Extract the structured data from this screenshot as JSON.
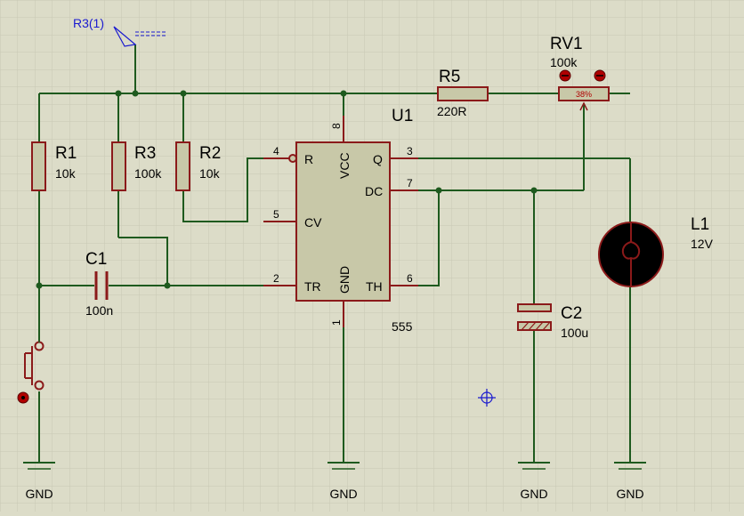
{
  "probe": {
    "label": "R3(1)"
  },
  "components": {
    "r1": {
      "ref": "R1",
      "value": "10k"
    },
    "r3": {
      "ref": "R3",
      "value": "100k"
    },
    "r2": {
      "ref": "R2",
      "value": "10k"
    },
    "r5": {
      "ref": "R5",
      "value": "220R"
    },
    "rv1": {
      "ref": "RV1",
      "value": "100k",
      "position": "38%"
    },
    "c1": {
      "ref": "C1",
      "value": "100n"
    },
    "c2": {
      "ref": "C2",
      "value": "100u"
    },
    "u1": {
      "ref": "U1",
      "part": "555",
      "pins": {
        "r": "R",
        "vcc": "VCC",
        "q": "Q",
        "dc": "DC",
        "cv": "CV",
        "tr": "TR",
        "gnd": "GND",
        "th": "TH"
      },
      "pin_numbers": {
        "p8": "8",
        "p4": "4",
        "p3": "3",
        "p7": "7",
        "p5": "5",
        "p2": "2",
        "p6": "6",
        "p1": "1"
      }
    },
    "l1": {
      "ref": "L1",
      "value": "12V"
    }
  },
  "grounds": {
    "label": "GND"
  },
  "colors": {
    "background": "#dcdcc8",
    "grid": "#c8c8b4",
    "wire": "#1e5a1e",
    "component_outline": "#8b1a1a",
    "component_fill": "#c8c8a8",
    "label_text": "#000000",
    "probe_text": "#1a1ad0",
    "lamp_fill": "#000000"
  }
}
